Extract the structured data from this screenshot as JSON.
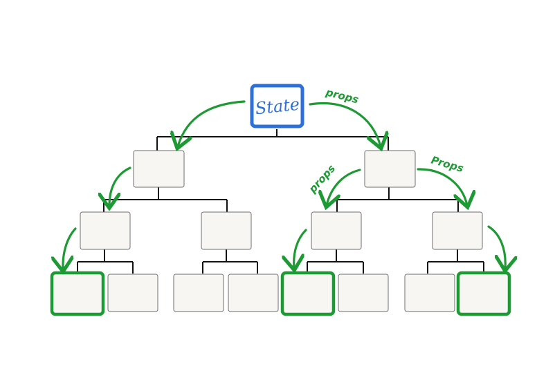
{
  "diagram": {
    "root_label": "State",
    "arrow_labels": {
      "root_right": "props",
      "level1_right_left": "props",
      "level1_right_right": "Props"
    },
    "colors": {
      "state_border": "#2e6fd8",
      "props_arrow": "#1e9a34",
      "highlight_border": "#1e9a34",
      "node_fill": "#f7f6f3",
      "connector": "#111111"
    }
  }
}
